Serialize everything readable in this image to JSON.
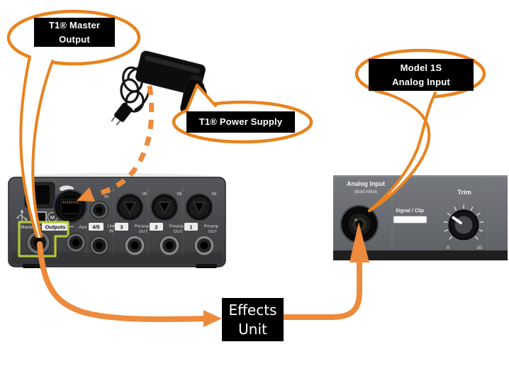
{
  "colors": {
    "arrow_orange": "#ED8A3C",
    "callout_orange": "#E8831F",
    "highlight_green": "#B9CC3B",
    "callout_bg": "#000000",
    "callout_text": "#FFFFFF"
  },
  "callouts": {
    "master_output": {
      "line1": "T1® Master",
      "line2": "Output"
    },
    "power_supply": {
      "label": "T1® Power Supply"
    },
    "analog_input": {
      "line1": "Model 1S",
      "line2": "Analog Input"
    }
  },
  "effects_unit": {
    "line1": "Effects",
    "line2": "Unit"
  },
  "t1_panel": {
    "master": "Master",
    "outputs": "Outputs",
    "aux": "Aux",
    "line": "Line",
    "in": "IN",
    "ch45": "4/5",
    "ch3": "3",
    "ch2": "2",
    "ch1": "1",
    "preamp": "Preamp",
    "out": "OUT",
    "logo": "M"
  },
  "model1s_panel": {
    "title": "Analog Input",
    "subtitle": "(Bal/UnBal)",
    "signal_clip": "Signal / Clip",
    "trim": "Trim",
    "scale_min": "0",
    "scale_max": "10"
  }
}
